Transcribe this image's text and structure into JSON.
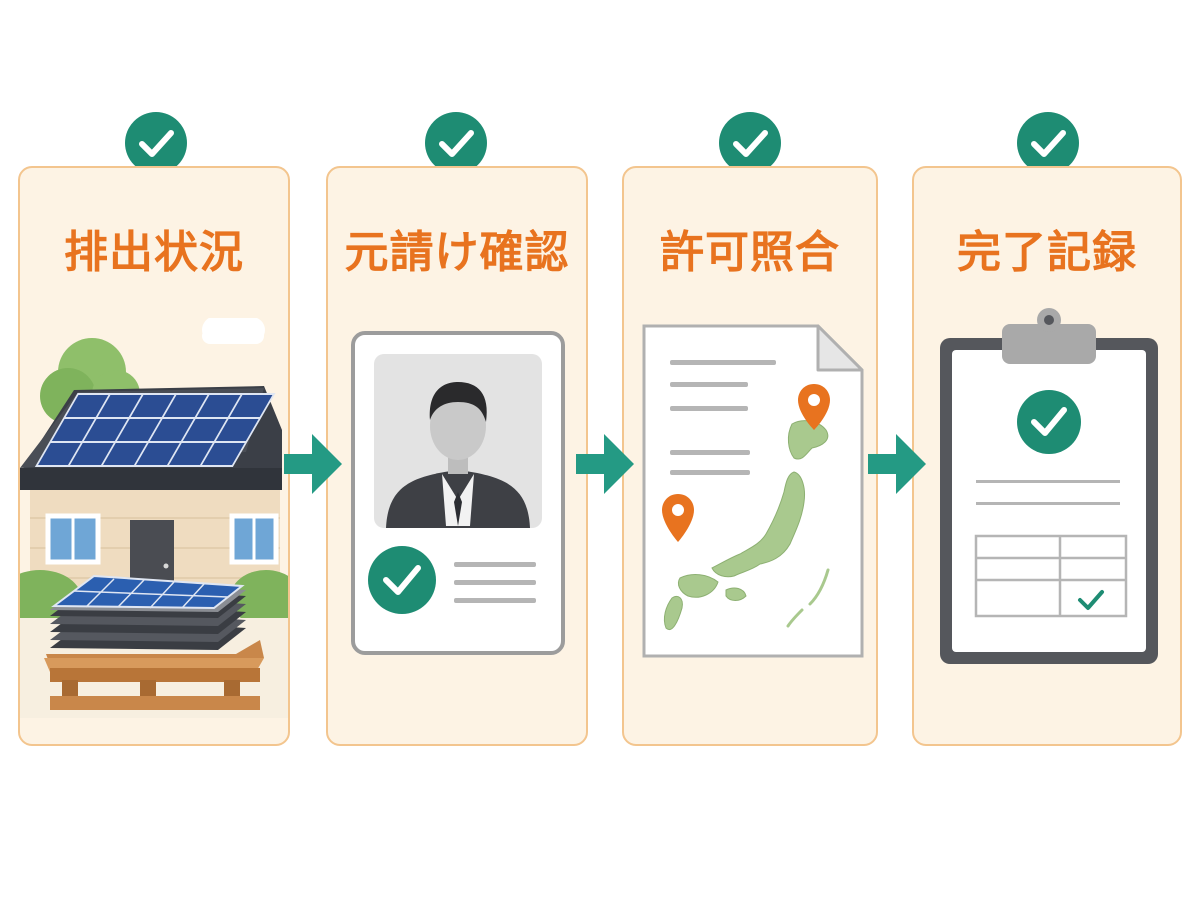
{
  "steps": [
    {
      "id": "step1",
      "title": "排出状況",
      "illustration": "solar-house-icon"
    },
    {
      "id": "step2",
      "title": "元請け確認",
      "illustration": "id-card-icon"
    },
    {
      "id": "step3",
      "title": "許可照合",
      "illustration": "permit-map-document-icon"
    },
    {
      "id": "step4",
      "title": "完了記録",
      "illustration": "clipboard-record-icon"
    }
  ],
  "colors": {
    "accent_orange": "#e8731f",
    "card_background": "#fdf3e4",
    "card_border": "#f3c58e",
    "check_green": "#1e8c73",
    "arrow_teal": "#249a84"
  }
}
